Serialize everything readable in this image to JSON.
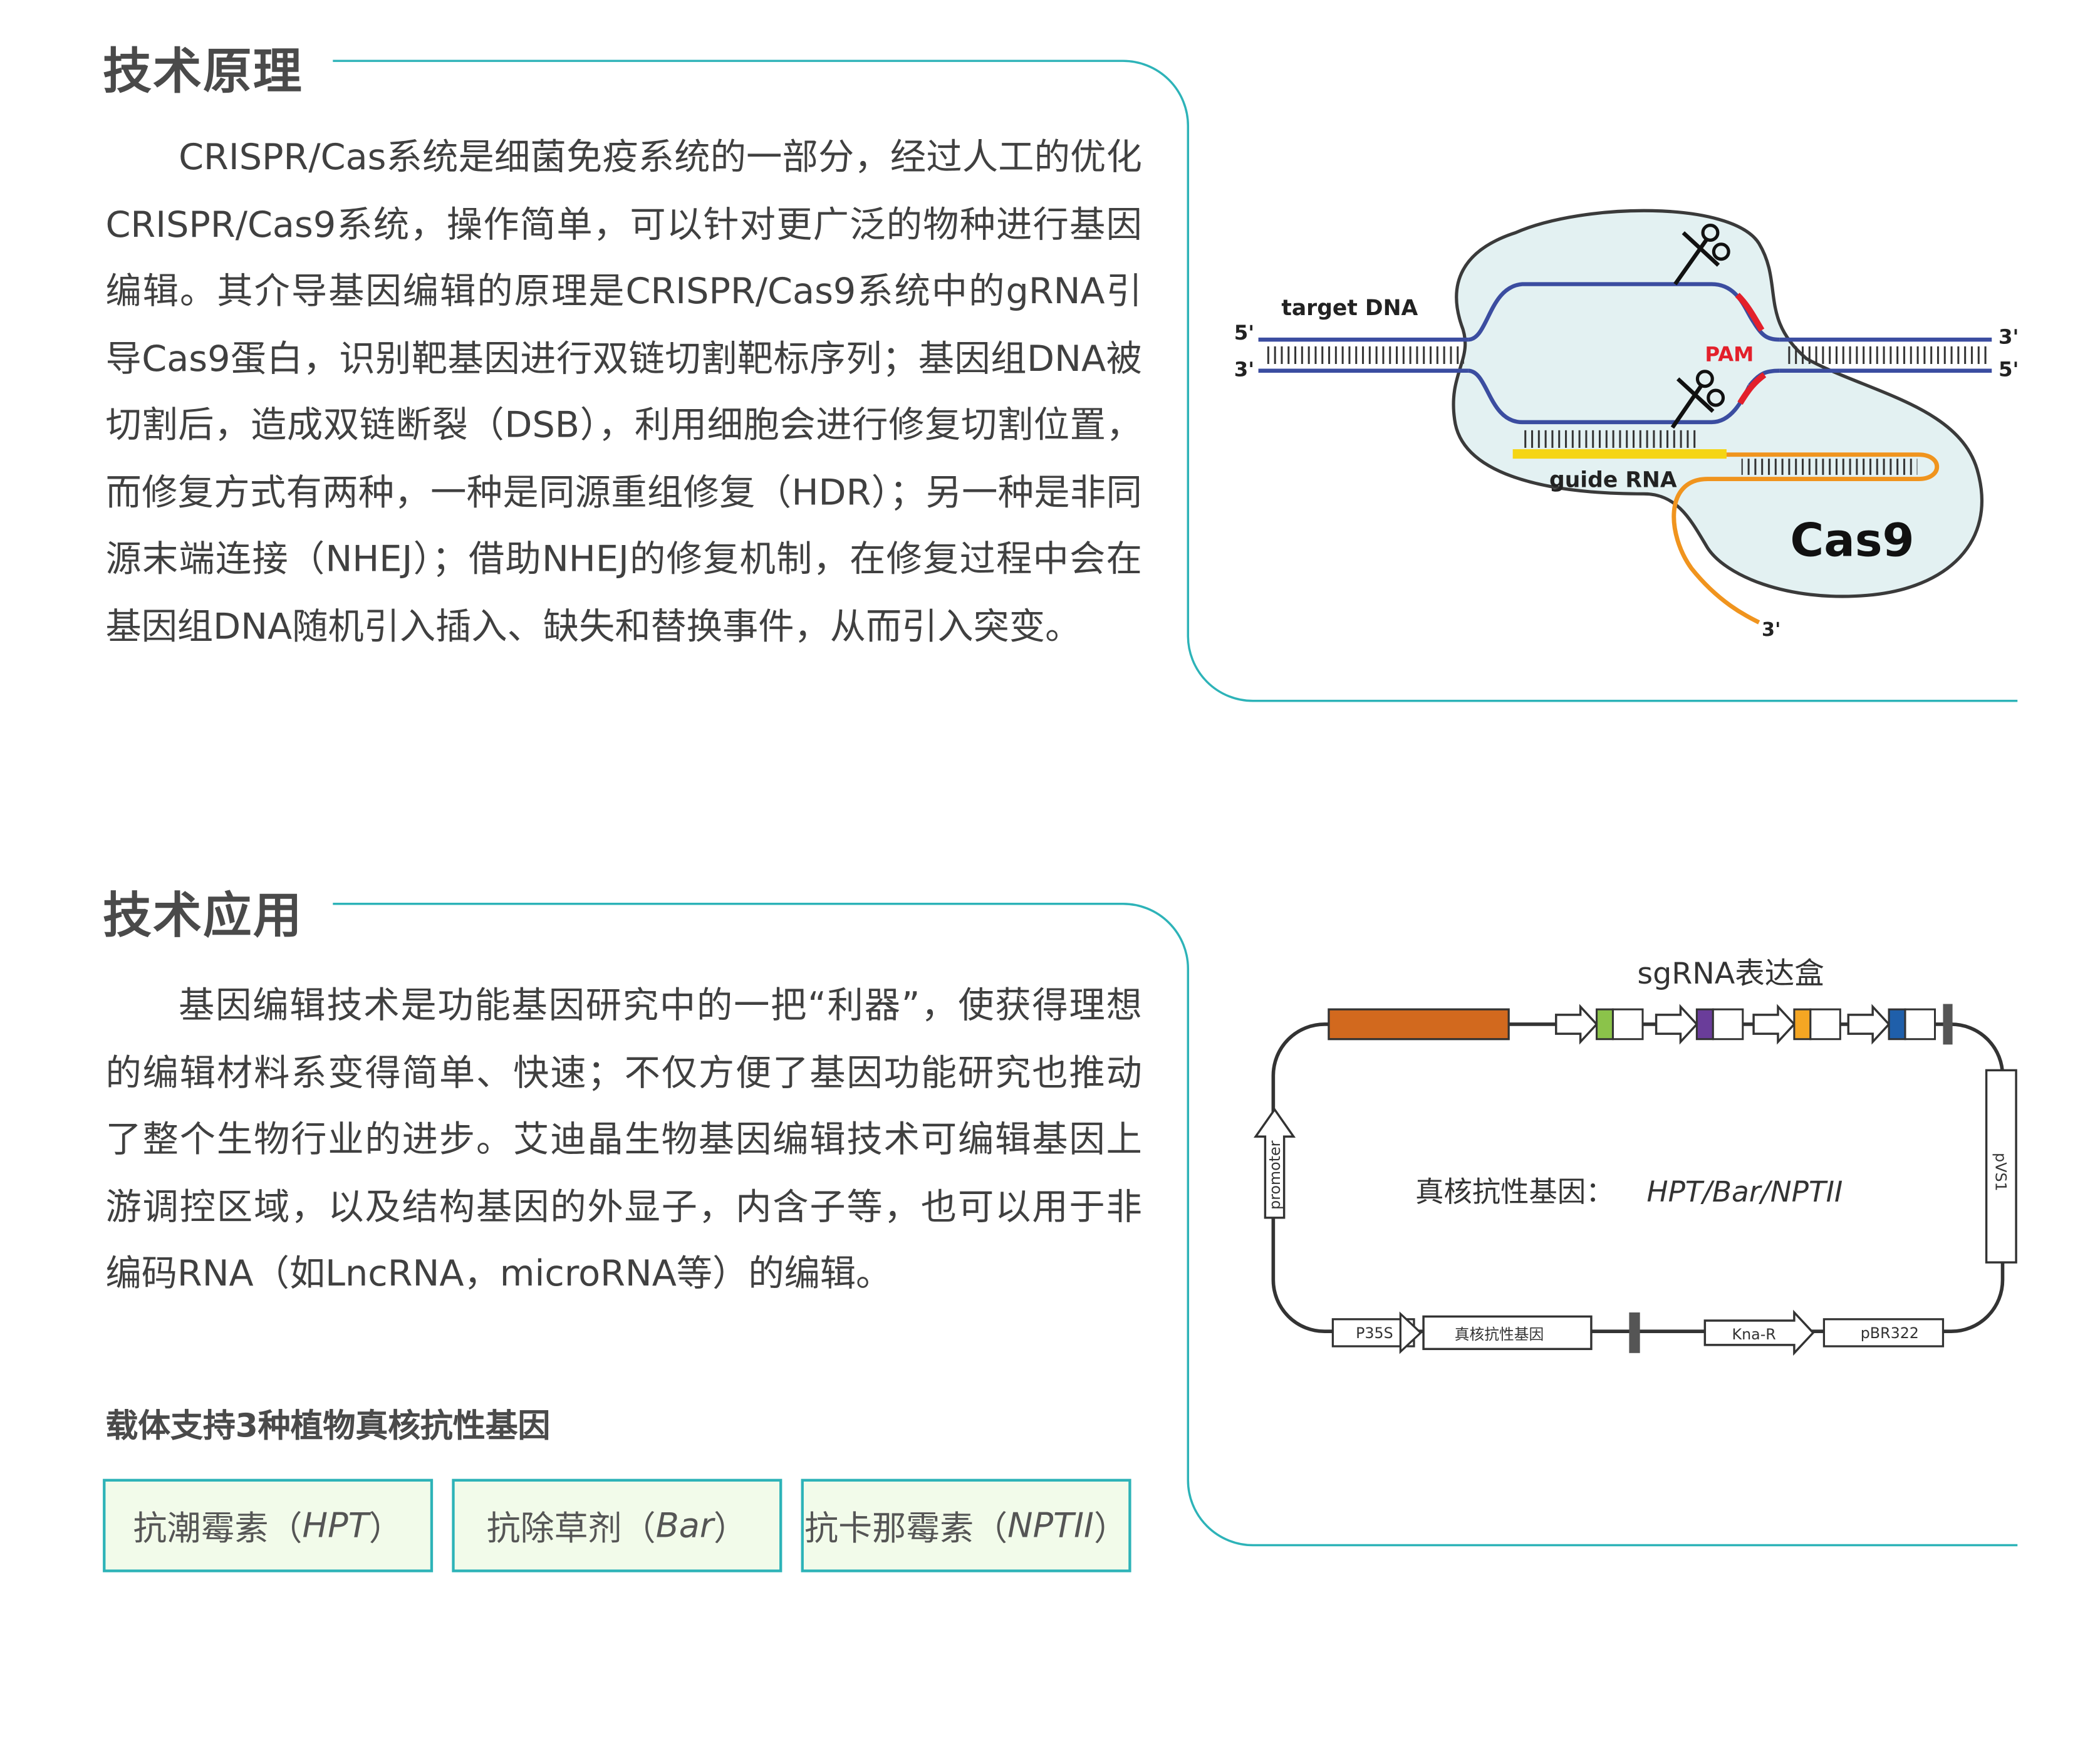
{
  "section1": {
    "title": "技术原理",
    "paragraph": "CRISPR/Cas系统是细菌免疫系统的一部分，经过人工的优化CRISPR/Cas9系统，操作简单，可以针对更广泛的物种进行基因编辑。其介导基因编辑的原理是CRISPR/Cas9系统中的gRNA引导Cas9蛋白，识别靶基因进行双链切割靶标序列；基因组DNA被切割后，造成双链断裂（DSB），利用细胞会进行修复切割位置，而修复方式有两种，一种是同源重组修复（HDR）；另一种是非同源末端连接（NHEJ）；借助NHEJ的修复机制，在修复过程中会在基因组DNA随机引入插入、缺失和替换事件，从而引入突变。",
    "diagram": {
      "target_dna": "target DNA",
      "five_prime_left": "5'",
      "three_prime_left": "3'",
      "three_prime_right": "3'",
      "five_prime_right": "5'",
      "pam": "PAM",
      "guide_rna": "guide RNA",
      "cas9": "Cas9",
      "three_prime_tail": "3'",
      "colors": {
        "dna": "#3b4da0",
        "pam": "#e3202b",
        "guide": "#f5d514",
        "tracr": "#f0941e",
        "protein": "#e3f1f2"
      }
    }
  },
  "section2": {
    "title": "技术应用",
    "paragraph": "基因编辑技术是功能基因研究中的一把“利器”，使获得理想的编辑材料系变得简单、快速；不仅方便了基因功能研究也推动了整个生物行业的进步。艾迪晶生物基因编辑技术可编辑基因上游调控区域，以及结构基因的外显子，内含子等，也可以用于非编码RNA（如LncRNA，microRNA等）的编辑。",
    "subtitle": "载体支持3种植物真核抗性基因",
    "tags": [
      {
        "prefix": "抗潮霉素（",
        "gene": "HPT",
        "suffix": "）"
      },
      {
        "prefix": "抗除草剂（",
        "gene": "Bar",
        "suffix": "）"
      },
      {
        "prefix": "抗卡那霉素（",
        "gene": "NPTII",
        "suffix": "）"
      }
    ],
    "vector": {
      "sgrna_cassette": "sgRNA表达盒",
      "center_prefix": "真核抗性基因：",
      "center_genes": "HPT/Bar/NPTII",
      "promoter": "promoter",
      "pvs1": "pVS1",
      "p35s": "P35S",
      "resistance_gene": "真核抗性基因",
      "kna_r": "Kna-R",
      "pbr322": "pBR322",
      "colors": {
        "block": "#d2691e",
        "green": "#8bc34a",
        "purple": "#6a3d9a",
        "orange": "#f5a623",
        "blue": "#1f5faa",
        "frame": "#2db3b8"
      }
    }
  }
}
